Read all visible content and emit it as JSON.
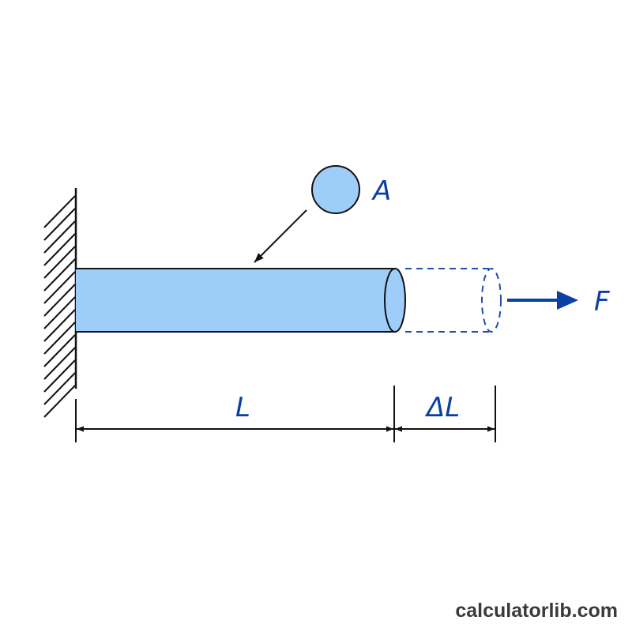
{
  "labels": {
    "area": "A",
    "force": "F",
    "length": "L",
    "elongation": "ΔL"
  },
  "watermark": "calculatorlib.com",
  "colors": {
    "rod_fill": "#9fcdf9",
    "label_blue": "#0b3fa3",
    "line": "#111111",
    "dashed": "#1f4fa8",
    "watermark": "#3a3a3a"
  }
}
